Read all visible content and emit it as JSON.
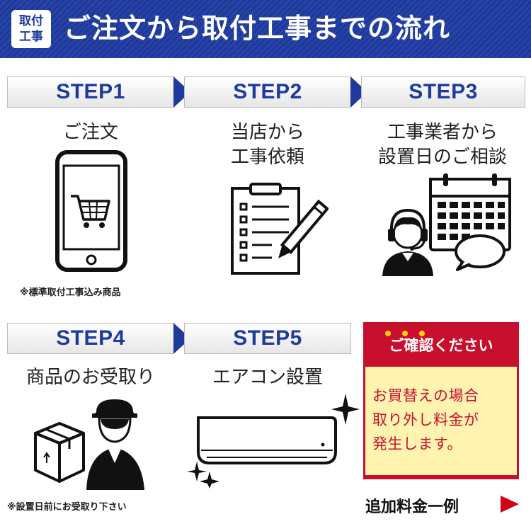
{
  "header": {
    "badge_line1": "取付",
    "badge_line2": "工事",
    "title": "ご注文から取付工事までの流れ"
  },
  "steps": [
    {
      "label": "STEP1",
      "caption_line1": "ご注文",
      "caption_line2": "",
      "note": "※標準取付工事込み商品"
    },
    {
      "label": "STEP2",
      "caption_line1": "当店から",
      "caption_line2": "工事依頼",
      "note": ""
    },
    {
      "label": "STEP3",
      "caption_line1": "工事業者から",
      "caption_line2": "設置日のご相談",
      "note": ""
    },
    {
      "label": "STEP4",
      "caption_line1": "商品のお受取り",
      "caption_line2": "",
      "note": "※設置日前にお受取り下さい"
    },
    {
      "label": "STEP5",
      "caption_line1": "エアコン設置",
      "caption_line2": "",
      "note": ""
    }
  ],
  "confirm": {
    "title": "ご確認ください",
    "body_line1": "お買替えの場合",
    "body_line2": "取り外し料金が",
    "body_line3": "発生します。"
  },
  "extra_fee": "追加料金一例",
  "colors": {
    "header": "#1f3a9e",
    "step_text": "#1f3a9e",
    "confirm": "#c8102e",
    "confirm_bg": "#fff3b0",
    "arrow": "#d0021b"
  },
  "icons": [
    "smartphone-cart-icon",
    "clipboard-pencil-icon",
    "calendar-operator-icon",
    "delivery-person-box-icon",
    "air-conditioner-icon"
  ]
}
